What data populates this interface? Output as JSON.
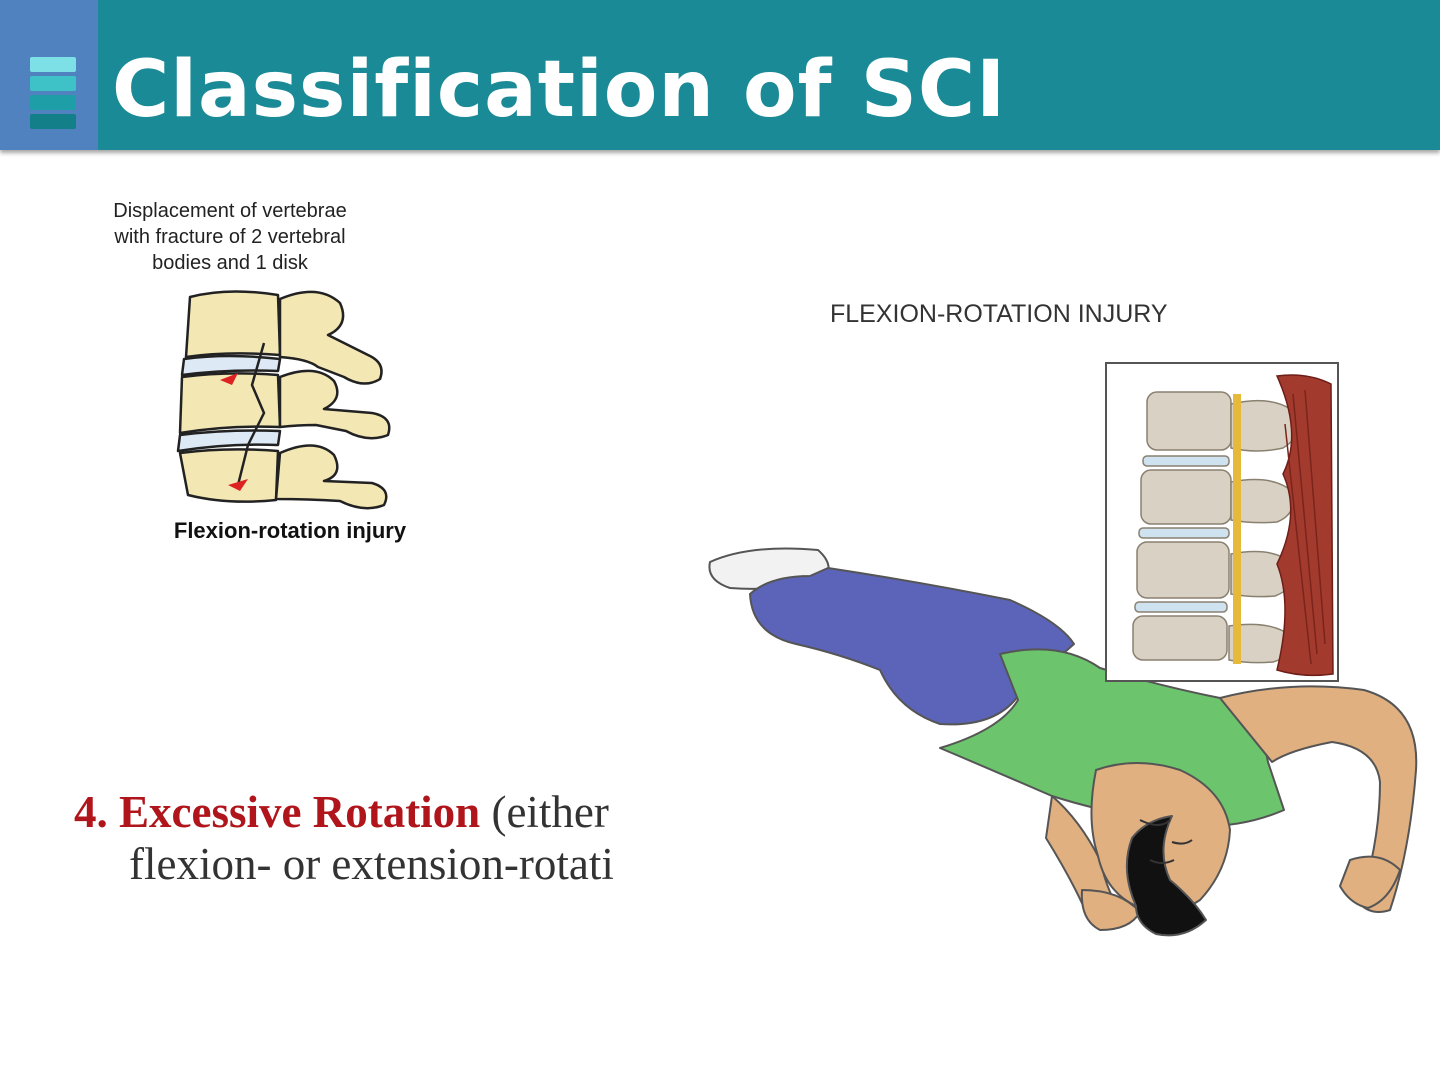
{
  "header": {
    "title": "Classification of SCI",
    "bar_color": "#1a8a96",
    "side_color": "#4f82bf",
    "icon": "stacked-bars-icon"
  },
  "left_figure": {
    "caption_lines": [
      "Displacement of vertebrae",
      "with fracture of 2 vertebral",
      "bodies and 1 disk"
    ],
    "label": "Flexion-rotation injury"
  },
  "right_figure": {
    "caption": "FLEXION-ROTATION INJURY"
  },
  "point": {
    "number": "4.",
    "term": "Excessive Rotation",
    "rest_line1": " (either",
    "line2": "flexion- or extension-rotati"
  },
  "colors": {
    "accent_red": "#b0151b",
    "shirt_green": "#6cc46c",
    "pants_blue": "#5b64b8",
    "bone": "#f3e7b4",
    "muscle": "#a23a2e"
  }
}
